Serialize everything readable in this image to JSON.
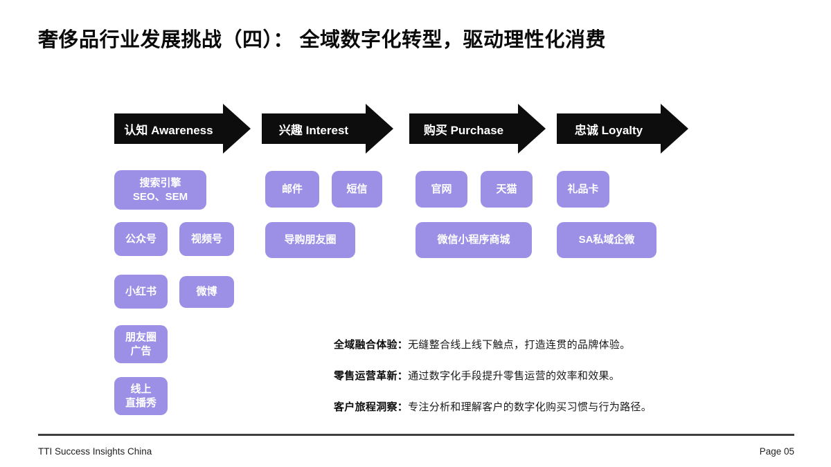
{
  "slide": {
    "title": "奢侈品行业发展挑战（四）：  全域数字化转型，驱动理性化消费"
  },
  "funnel": {
    "stages": [
      {
        "label": "认知 Awareness",
        "channels": [
          "搜索引擎\nSEO、SEM",
          "公众号",
          "视频号",
          "小红书",
          "微博",
          "朋友圈\n广告",
          "线上\n直播秀"
        ]
      },
      {
        "label": "兴趣 Interest",
        "channels": [
          "邮件",
          "短信",
          "导购朋友圈"
        ]
      },
      {
        "label": "购买 Purchase",
        "channels": [
          "官网",
          "天猫",
          "微信小程序商城"
        ]
      },
      {
        "label": "忠诚 Loyalty",
        "channels": [
          "礼品卡",
          "SA私域企微"
        ]
      }
    ]
  },
  "insights": [
    {
      "label": "全域融合体验：",
      "text": "无缝整合线上线下触点，打造连贯的品牌体验。"
    },
    {
      "label": "零售运营革新：",
      "text": "通过数字化手段提升零售运营的效率和效果。"
    },
    {
      "label": "客户旅程洞察：",
      "text": "专注分析和理解客户的数字化购买习惯与行为路径。"
    }
  ],
  "footer": {
    "left": "TTI Success Insights China",
    "right": "Page 05"
  },
  "colors": {
    "accent_purple": "#9b90e6",
    "arrow_black": "#0d0d0d",
    "background": "#ffffff"
  }
}
